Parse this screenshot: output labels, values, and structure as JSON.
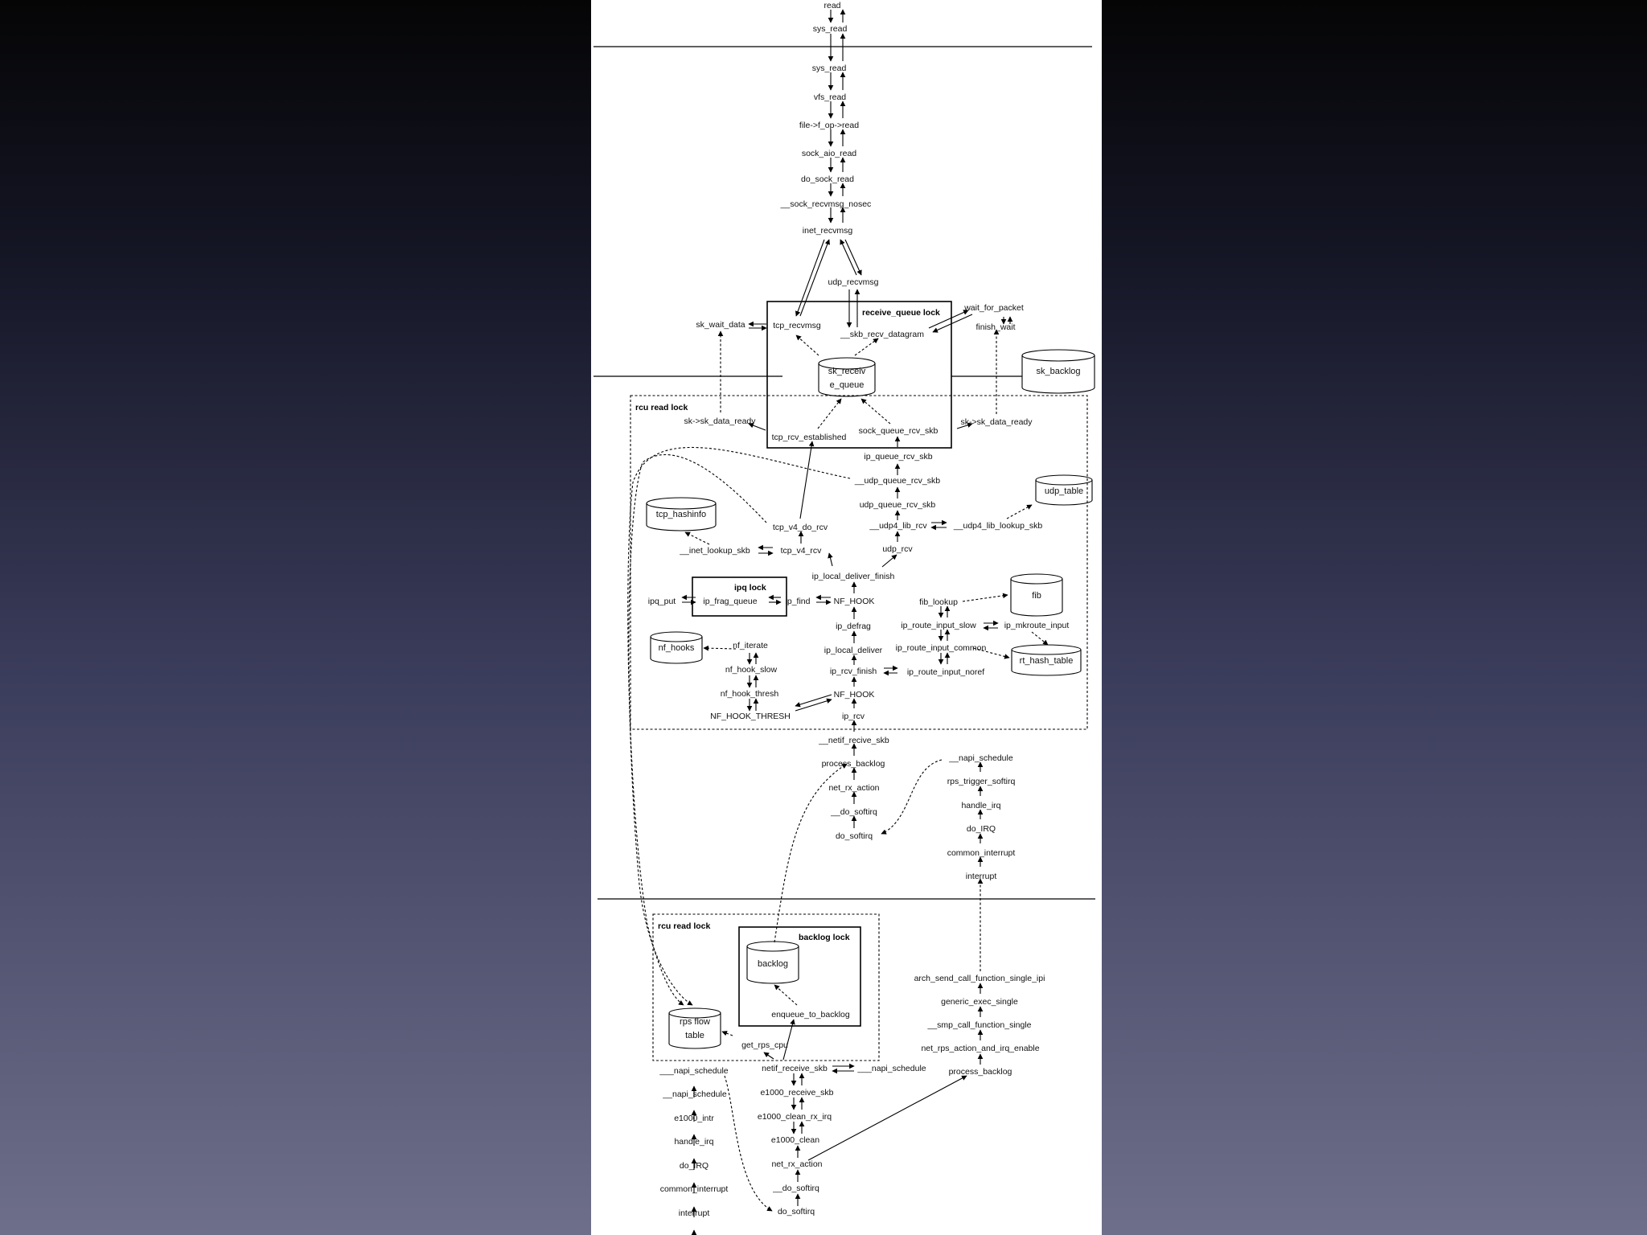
{
  "labels": {
    "read": "read",
    "sys_read_user": "sys_read",
    "sys_read": "sys_read",
    "vfs_read": "vfs_read",
    "file_f_op_read": "file->f_op->read",
    "sock_aio_read": "sock_aio_read",
    "do_sock_read": "do_sock_read",
    "sock_recvmsg_nosec": "__sock_recvmsg_nosec",
    "inet_recvmsg": "inet_recvmsg",
    "udp_recvmsg": "udp_recvmsg",
    "tcp_recvmsg": "tcp_recvmsg",
    "skb_recv_datagram": "__skb_recv_datagram",
    "sk_wait_data": "sk_wait_data",
    "wait_for_packet": "wait_for_packet",
    "finish_wait": "finish_wait",
    "sk_data_ready_left": "sk->sk_data_ready",
    "tcp_rcv_established": "tcp_rcv_established",
    "sock_queue_rcv_skb": "sock_queue_rcv_skb",
    "sk_data_ready_right": "sk->sk_data_ready",
    "ip_queue_rcv_skb": "ip_queue_rcv_skb",
    "__udp_queue_rcv_skb": "__udp_queue_rcv_skb",
    "udp_queue_rcv_skb": "udp_queue_rcv_skb",
    "__udp4_lib_rcv": "__udp4_lib_rcv",
    "__udp4_lib_lookup_skb": "__udp4_lib_lookup_skb",
    "tcp_v4_do_rcv": "tcp_v4_do_rcv",
    "__inet_lookup_skb": "__inet_lookup_skb",
    "tcp_v4_rcv": "tcp_v4_rcv",
    "udp_rcv": "udp_rcv",
    "ip_local_deliver_finish": "ip_local_deliver_finish",
    "ipq_put": "ipq_put",
    "ip_frag_queue": "ip_frag_queue",
    "ip_find": "ip_find",
    "nf_hook_1": "NF_HOOK",
    "fib_lookup": "fib_lookup",
    "ip_defrag": "ip_defrag",
    "ip_route_input_slow": "ip_route_input_slow",
    "ip_mkroute_input": "ip_mkroute_input",
    "nf_iterate": "nf_iterate",
    "ip_local_deliver": "ip_local_deliver",
    "ip_route_input_common": "ip_route_input_common",
    "nf_hook_slow": "nf_hook_slow",
    "ip_rcv_finish": "ip_rcv_finish",
    "ip_route_input_noref": "ip_route_input_noref",
    "nf_hook_thresh": "nf_hook_thresh",
    "nf_hook_2": "NF_HOOK",
    "NF_HOOK_THRESH": "NF_HOOK_THRESH",
    "ip_rcv": "ip_rcv",
    "__netif_recive_skb": "__netif_recive_skb",
    "process_backlog_top": "process_backlog",
    "net_rx_action_top": "net_rx_action",
    "__do_softirq_top": "__do_softirq",
    "do_softirq_top": "do_softirq",
    "__napi_schedule_right": "__napi_schedule",
    "rps_trigger_softirq": "rps_trigger_softirq",
    "handle_irq_right": "handle_irq",
    "do_IRQ_right": "do_IRQ",
    "common_interrupt_right": "common_interrupt",
    "interrupt_right": "interrupt",
    "arch_send_call_function_single_ipi": "arch_send_call_function_single_ipi",
    "generic_exec_single": "generic_exec_single",
    "__smp_call_function_single": "__smp_call_function_single",
    "net_rps_action_and_irq_enable": "net_rps_action_and_irq_enable",
    "process_backlog_bottom": "process_backlog",
    "enqueue_to_backlog": "enqueue_to_backlog",
    "get_rps_cpu": "get_rps_cpu",
    "___napi_schedule": "___napi_schedule",
    "netif_receive_skb": "netif_receive_skb",
    "___napi_schedule_right": "___napi_schedule",
    "__napi_schedule_left": "__napi_schedule",
    "e1000_receive_skb": "e1000_receive_skb",
    "e1000_intr": "e1000_intr",
    "e1000_clean_rx_irq": "e1000_clean_rx_irq",
    "handle_irq_left": "handle_irq",
    "e1000_clean": "e1000_clean",
    "do_IRQ_left": "do_IRQ",
    "net_rx_action_bottom": "net_rx_action",
    "common_interrupt_left": "common_interrupt",
    "__do_softirq_bottom": "__do_softirq",
    "interrupt_left": "interrupt",
    "do_softirq_bottom": "do_softirq"
  },
  "regions": {
    "receive_queue_lock": "receive_queue lock",
    "rcu_read_lock_top": "rcu read lock",
    "ipq_lock": "ipq lock",
    "rcu_read_lock_bottom": "rcu read lock",
    "backlog_lock": "backlog lock"
  },
  "stores": {
    "sk_receive_queue_1": "sk_receiv",
    "sk_receive_queue_2": "e_queue",
    "sk_backlog": "sk_backlog",
    "udp_table": "udp_table",
    "tcp_hashinfo": "tcp_hashinfo",
    "fib": "fib",
    "nf_hooks": "nf_hooks",
    "rt_hash_table": "rt_hash_table",
    "backlog": "backlog",
    "rps_flow_table_1": "rps flow",
    "rps_flow_table_2": "table"
  }
}
